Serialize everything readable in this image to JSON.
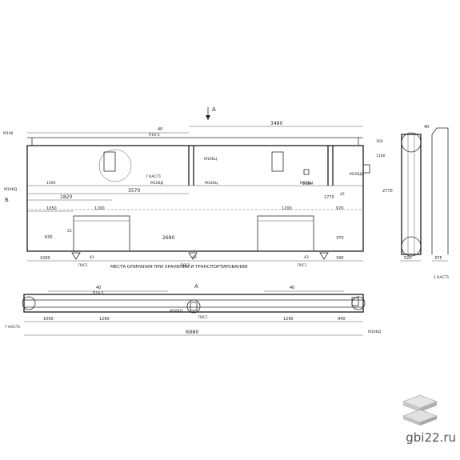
{
  "caption": "МЕСТА ОПИРАНИЯ ПРИ ХРАНЕНИИ И ТРАНСПОРТИРОВАНИИ",
  "top_dims": {
    "d3480": "3480",
    "d40": "40",
    "d3570": "3570",
    "d1820": "1820",
    "d1050": "1050",
    "d1200a": "1200",
    "d1200b": "1200",
    "d970": "970",
    "d2690": "2690",
    "d1000": "1000",
    "d1770": "1770",
    "d1500": "1500",
    "d1590": "1590",
    "d630": "630",
    "d340": "340",
    "d370": "370",
    "d25": "25",
    "d45": "45",
    "d43a": "43",
    "d43b": "43",
    "d43c": "43"
  },
  "bottom_dims": {
    "d6980": "6980",
    "d1000": "1000",
    "d1260": "1260",
    "d1290": "1290",
    "d940": "940",
    "d40a": "40",
    "d40b": "40"
  },
  "side_dims": {
    "d40": "40",
    "d520": "520",
    "d375": "375",
    "d2770": "2770",
    "d1100": "1100",
    "d160": "160"
  },
  "labels": {
    "mark_a_top": "A",
    "mark_a_bottom": "A",
    "mark_b": "Б",
    "p5": "П16-5",
    "m106": "М106",
    "m106a": "М106Д",
    "m106b": "М106Ц",
    "m106c": "М106Ц",
    "m106d": "М106Д",
    "m106e": "М106Д",
    "m106f": "М106Д",
    "m106g": "М106Д",
    "m106h": "М106Ц",
    "kasta": "7 КАСТ1",
    "kasta2": "1 КАСТ1",
    "pos1": "ПОС1",
    "pos2": "ПОС1",
    "pos3": "ПОС1",
    "pos4": "ПОС1"
  },
  "watermark": {
    "site": "gbi22.ru",
    "icon": "stacked-slabs-logo-icon"
  }
}
